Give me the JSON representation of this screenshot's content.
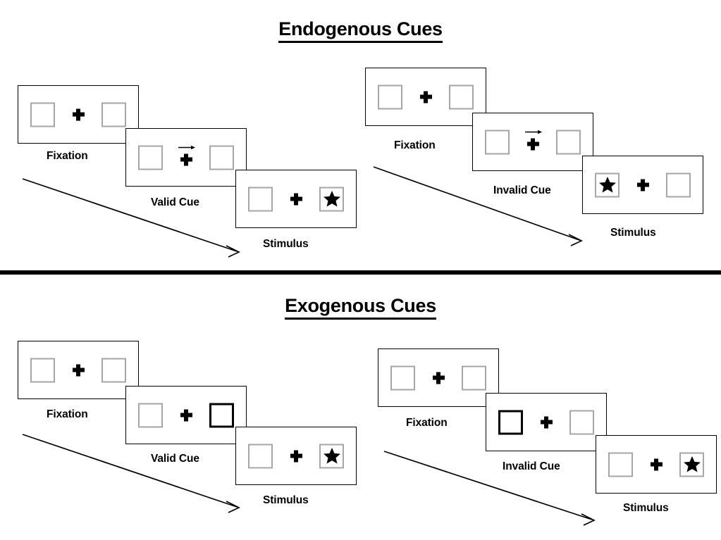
{
  "figure": {
    "type": "diagram",
    "subject": "Posner cueing paradigm: endogenous vs exogenous spatial cues",
    "divider_color": "#000000",
    "panel_border_color": "#000000",
    "placeholder_box_border_color": "#a6a6a6",
    "cued_box_border_color": "#000000",
    "fixation_color": "#000000",
    "star_color": "#000000",
    "arrow_color": "#000000"
  },
  "sections": [
    {
      "id": "endogenous",
      "title": "Endogenous Cues",
      "groups": [
        {
          "id": "endogenous-valid",
          "cue_type": "arrow",
          "validity": "valid",
          "flow_arrow_label": "time-progression-arrow",
          "panels": [
            {
              "caption": "Fixation",
              "left_box": "empty",
              "right_box": "empty",
              "left_cued": false,
              "right_cued": false,
              "arrow_cue": false
            },
            {
              "caption": "Valid Cue",
              "left_box": "empty",
              "right_box": "empty",
              "left_cued": false,
              "right_cued": false,
              "arrow_cue": true,
              "arrow_direction": "right"
            },
            {
              "caption": "Stimulus",
              "left_box": "empty",
              "right_box": "star",
              "left_cued": false,
              "right_cued": false,
              "arrow_cue": false
            }
          ]
        },
        {
          "id": "endogenous-invalid",
          "cue_type": "arrow",
          "validity": "invalid",
          "flow_arrow_label": "time-progression-arrow",
          "panels": [
            {
              "caption": "Fixation",
              "left_box": "empty",
              "right_box": "empty",
              "left_cued": false,
              "right_cued": false,
              "arrow_cue": false
            },
            {
              "caption": "Invalid Cue",
              "left_box": "empty",
              "right_box": "empty",
              "left_cued": false,
              "right_cued": false,
              "arrow_cue": true,
              "arrow_direction": "right"
            },
            {
              "caption": "Stimulus",
              "left_box": "star",
              "right_box": "empty",
              "left_cued": false,
              "right_cued": false,
              "arrow_cue": false
            }
          ]
        }
      ]
    },
    {
      "id": "exogenous",
      "title": "Exogenous Cues",
      "groups": [
        {
          "id": "exogenous-valid",
          "cue_type": "box-flash",
          "validity": "valid",
          "flow_arrow_label": "time-progression-arrow",
          "panels": [
            {
              "caption": "Fixation",
              "left_box": "empty",
              "right_box": "empty",
              "left_cued": false,
              "right_cued": false,
              "arrow_cue": false
            },
            {
              "caption": "Valid Cue",
              "left_box": "empty",
              "right_box": "empty",
              "left_cued": false,
              "right_cued": true,
              "arrow_cue": false
            },
            {
              "caption": "Stimulus",
              "left_box": "empty",
              "right_box": "star",
              "left_cued": false,
              "right_cued": false,
              "arrow_cue": false
            }
          ]
        },
        {
          "id": "exogenous-invalid",
          "cue_type": "box-flash",
          "validity": "invalid",
          "flow_arrow_label": "time-progression-arrow",
          "panels": [
            {
              "caption": "Fixation",
              "left_box": "empty",
              "right_box": "empty",
              "left_cued": false,
              "right_cued": false,
              "arrow_cue": false
            },
            {
              "caption": "Invalid Cue",
              "left_box": "empty",
              "right_box": "empty",
              "left_cued": true,
              "right_cued": false,
              "arrow_cue": false
            },
            {
              "caption": "Stimulus",
              "left_box": "empty",
              "right_box": "star",
              "left_cued": false,
              "right_cued": false,
              "arrow_cue": false
            }
          ]
        }
      ]
    }
  ]
}
